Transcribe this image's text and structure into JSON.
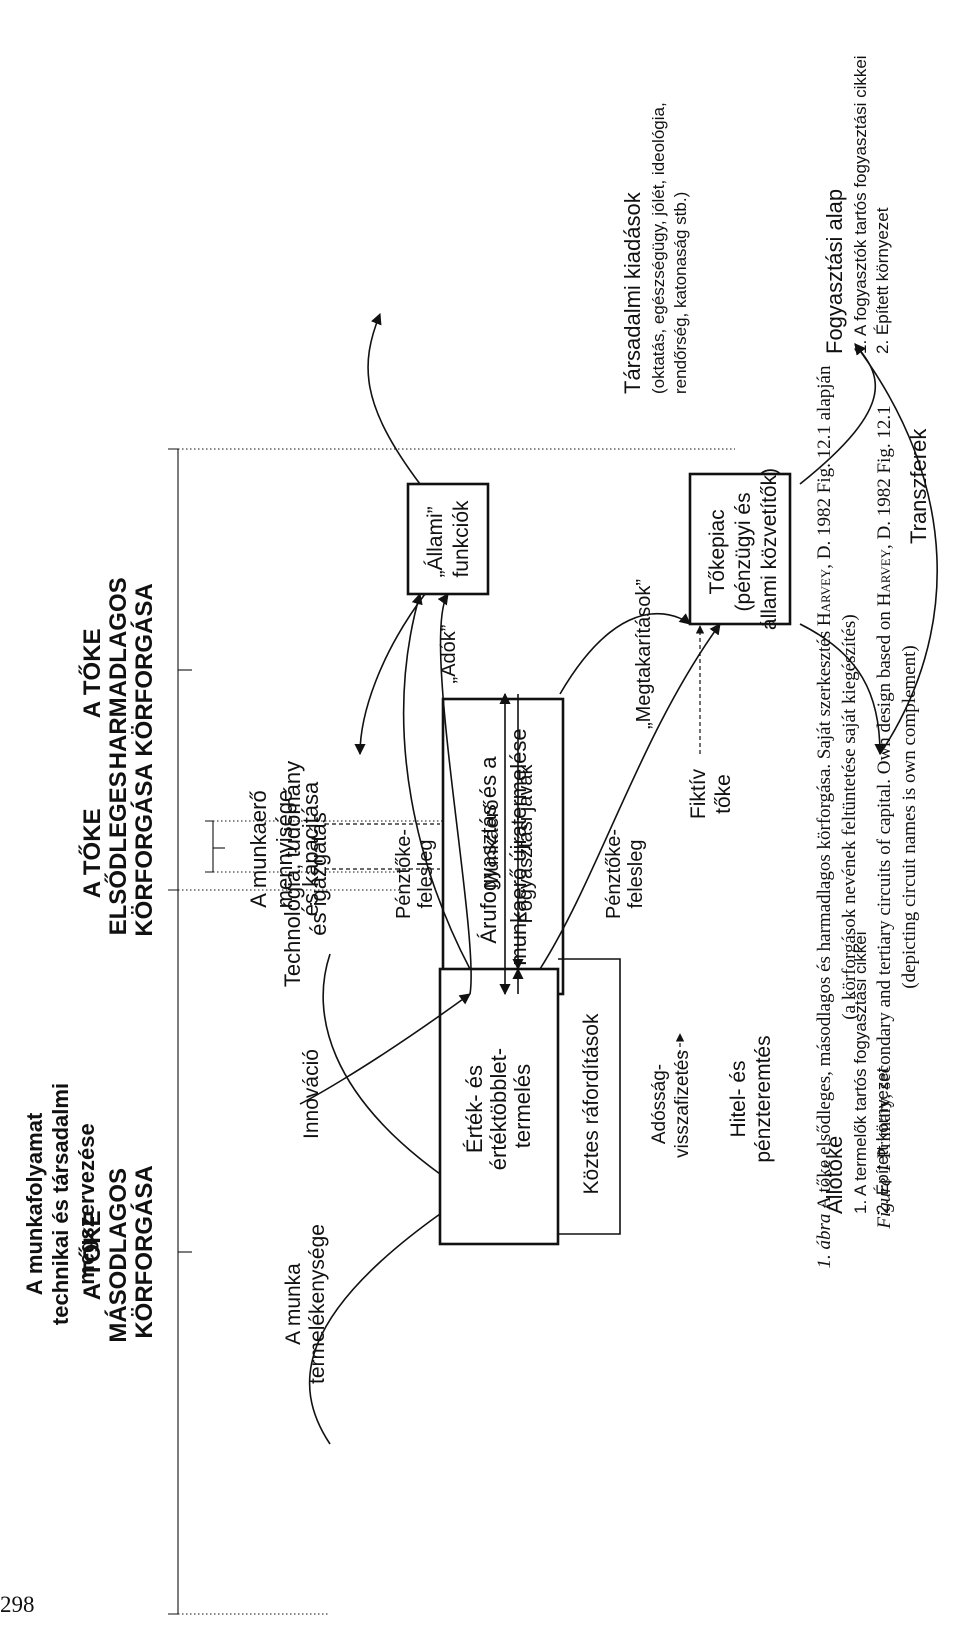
{
  "page_number": "298",
  "circuits": {
    "secondary": [
      "A TŐKE",
      "MÁSODLAGOS",
      "KÖRFORGÁSA"
    ],
    "primary": [
      "A TŐKE",
      "ELSŐDLEGES",
      "KÖRFORGÁSA"
    ],
    "tertiary": [
      "A TŐKE",
      "HARMADLAGOS",
      "KÖRFORGÁSA"
    ]
  },
  "nodes": {
    "production": [
      "Érték- és",
      "értéktöbblet-",
      "termelés"
    ],
    "consumption": [
      "Árufogyasztás és a",
      "munkaerő újratermelése"
    ],
    "capital_market": [
      "Tőkepiac",
      "(pénzügyi és",
      "állami közvetítők)"
    ],
    "state": [
      "„Állami”",
      "funkciók"
    ],
    "intermediate": "Köztes ráfordítások"
  },
  "labels": {
    "fixed_capital": "Állótőke",
    "fixed_capital_items": [
      "1. A termelők tartós fogyasztási cikkei",
      "2. Épített környezet"
    ],
    "consumption_fund": "Fogyasztási alap",
    "consumption_fund_items": [
      "1. A fogyasztók tartós fogyasztási cikkei",
      "2. Épített környezet"
    ],
    "transfers": "Transzferek",
    "credit": [
      "Hitel- és",
      "pénzteremtés"
    ],
    "fictive": [
      "Fiktív",
      "tőke"
    ],
    "debt": [
      "Adósság-",
      "visszafizetés"
    ],
    "surplus_1": [
      "Pénztőke-",
      "felesleg"
    ],
    "surplus_2": [
      "Pénztőke-",
      "felesleg"
    ],
    "savings": "„Megtakarítások”",
    "consumer_goods": "Fogyasztási javak",
    "labour": "Munkaerő",
    "taxes": "„Adók”",
    "productivity": [
      "A munka",
      "termelékenysége"
    ],
    "innovation": "Innováció",
    "reorganization": [
      "A munkafolyamat",
      "technikai és társadalmi",
      "megszervezése"
    ],
    "labour_quantity": [
      "A munkaerő",
      "mennyisége",
      "és kapacitása"
    ],
    "technology": [
      "Technológia, tudomány",
      "és igazgatás"
    ],
    "social_spending": "Társadalmi kiadások",
    "social_spending_items": [
      "(oktatás, egészségügy, jólét, ideológia,",
      "rendőrség, katonaság stb.)"
    ]
  },
  "caption": {
    "hu_number": "1. ábra",
    "hu_text": " A tőke elsődleges, másodlagos és harmadlagos körforgása. Saját szerkesztés ",
    "hu_author": "Harvey",
    "hu_source": ", D. 1982 Fig. 12.1 alapján",
    "hu_note": "(a körforgások nevének feltüntetése saját kiegészítés)",
    "en_number": "Figure 1",
    "en_text": " Primary, secondary and tertiary circuits of capital. Own design based on ",
    "en_author": "Harvey",
    "en_source": ", D. 1982 Fig. 12.1",
    "en_note": "(depicting circuit names is own complement)"
  }
}
